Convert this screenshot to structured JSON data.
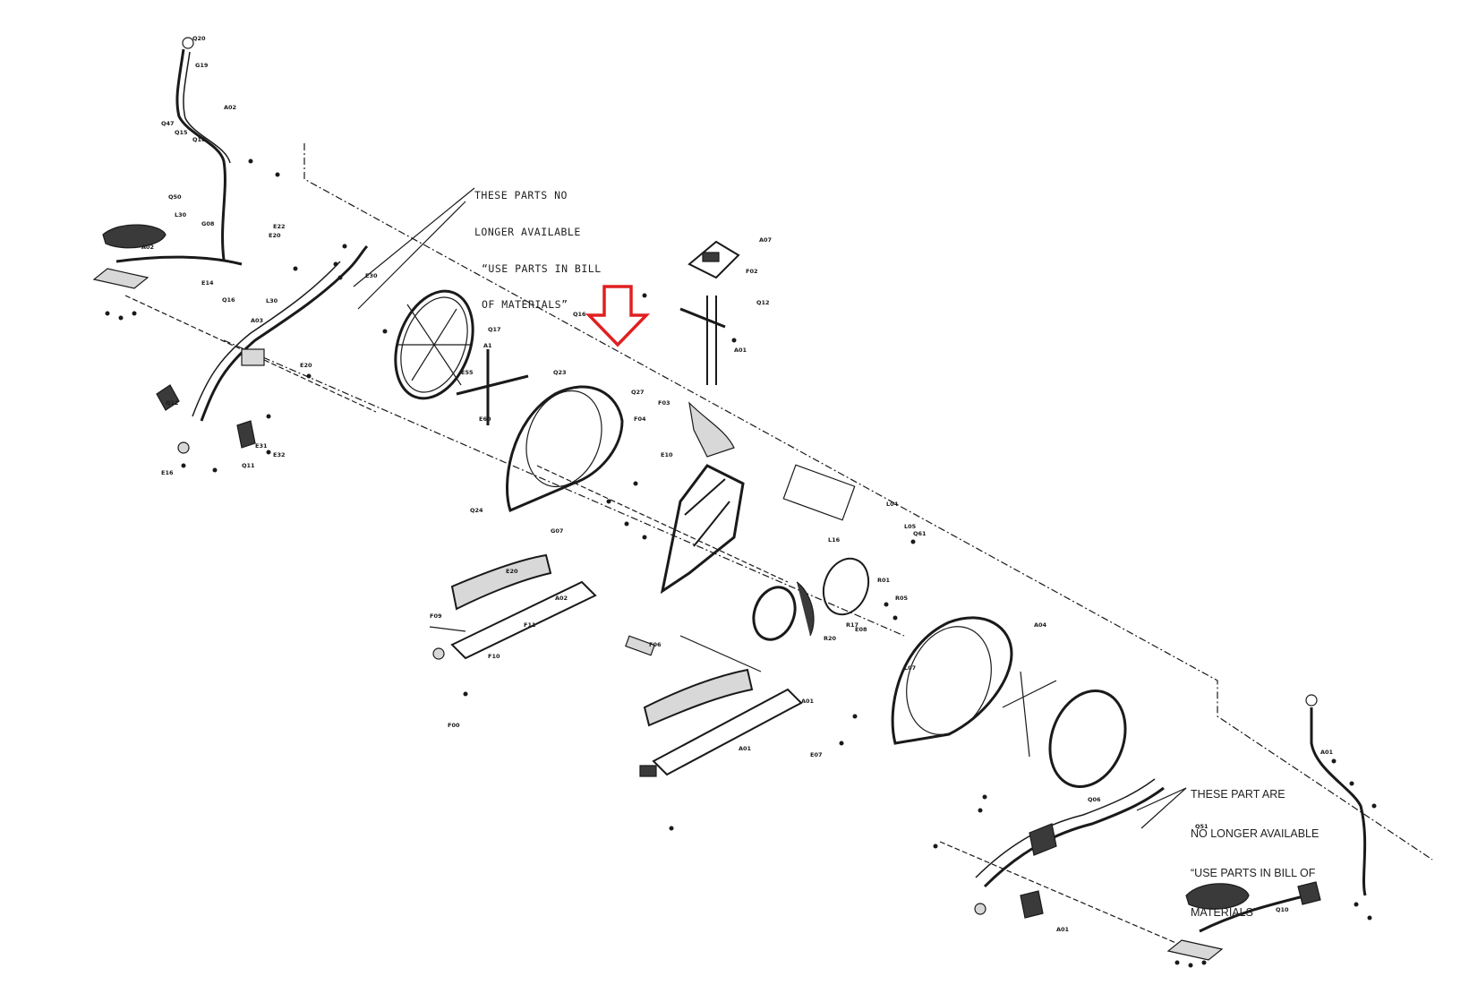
{
  "notes": {
    "top": {
      "lines": [
        "THESE PARTS NO",
        "LONGER AVAILABLE",
        "“USE PARTS IN BILL",
        "OF MATERIALS”"
      ]
    },
    "bottom": {
      "lines": [
        "THESE PART ARE",
        "NO LONGER AVAILABLE",
        "“USE PARTS IN BILL OF",
        "MATERIALS”"
      ]
    }
  },
  "highlight": {
    "shape": "arrow-down",
    "color": "#e02020"
  },
  "colors": {
    "line": "#1a1a1a",
    "fill_dark": "#3a3a3a",
    "fill_light": "#d8d8d8"
  },
  "part_labels": [
    "Q20",
    "G19",
    "A02",
    "Q47",
    "Q15",
    "Q10",
    "G08",
    "Q50",
    "L30",
    "A02",
    "E14",
    "Q16",
    "E20",
    "L30",
    "E30",
    "A03",
    "E22",
    "Q17",
    "A1",
    "E55",
    "E60",
    "Q23",
    "Q24",
    "G07",
    "Q16",
    "A07",
    "F02",
    "Q12",
    "A01",
    "Q27",
    "F03",
    "F04",
    "E10",
    "L04",
    "L05",
    "L16",
    "Q61",
    "E20",
    "F09",
    "A02",
    "F11",
    "F10",
    "F00",
    "F06",
    "E07",
    "A01",
    "R01",
    "R05",
    "R17",
    "R20",
    "L07",
    "E08",
    "A01",
    "A04",
    "Q06",
    "Q51",
    "A01",
    "Q10",
    "A01",
    "Q12",
    "E16",
    "Q11",
    "E31",
    "E32",
    "E20"
  ]
}
